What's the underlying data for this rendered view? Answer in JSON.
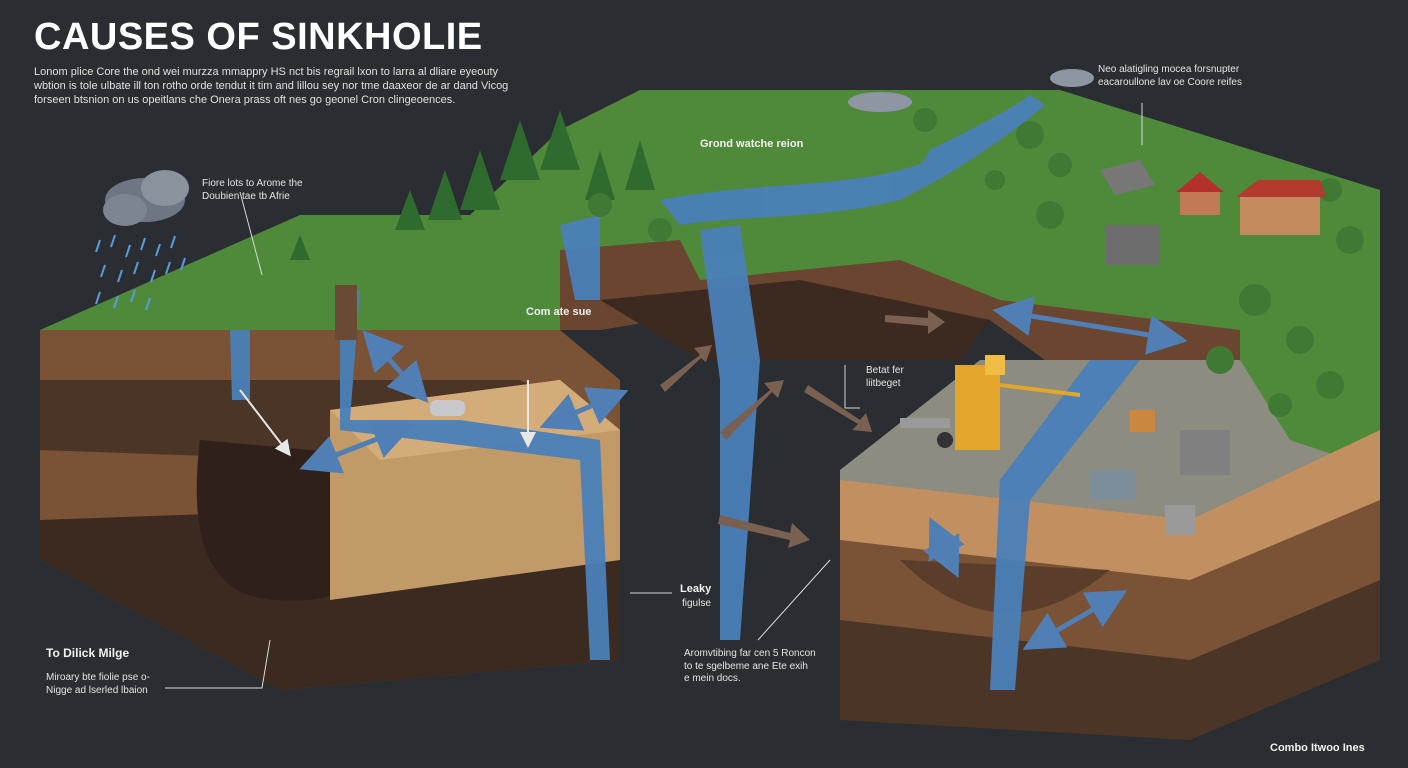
{
  "title": "CAUSES OF SINKHOLIE",
  "intro": "Lonom plice Core the ond wei murzza mmappry HS nct bis regrail lxon to larra al dliare eyeouty wbtion is tole ulbate ill ton rotho orde tendut it tim and lillou sey nor tme daaxeor de ar dand Vicog forseen btsnion on us opeitlans che Onera prass oft nes go geonel Cron clingeoences.",
  "labels": {
    "rain_note": "Fiore lots to Arome the Doubien tae tb Afrie",
    "top_right_note": "Neo alatigling mocea forsnupter eacaroullone lav oe Coore reifes",
    "ground_water_region": "Grond watche reion",
    "com_site": "Com ate sue",
    "sand_note": "Betat fer liitbeget",
    "leaky": "Leaky",
    "leaky_sub": "figulse",
    "bottom_center_note": "Aromvtibing far cen 5 Roncon to te sgelbeme ane Ete exih e mein docs.",
    "to_dilick_milge": "To Dilick Milge",
    "bottom_left_note": "Miroary bte fiolie pse o- Nigge ad lserled lbaion",
    "footer": "Combo Itwoo Ines"
  },
  "colors": {
    "background": "#2a2d31",
    "grass": "#4f8a3a",
    "soil_dark": "#4a3527",
    "soil_mid": "#7a5236",
    "soil_light": "#c29a68",
    "water": "#4a7fb8",
    "arrow_blue": "#4f7fb4",
    "arrow_brown": "#7a6050",
    "machine": "#e3a62b"
  }
}
